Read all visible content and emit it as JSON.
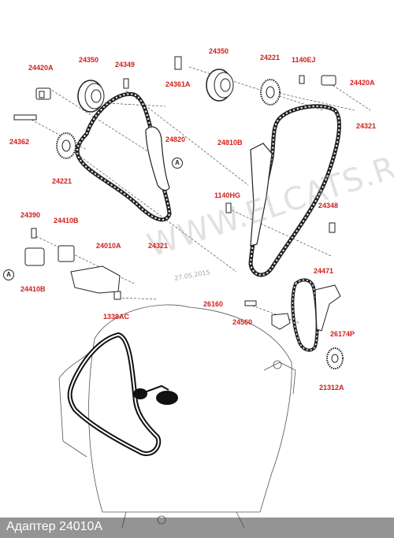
{
  "colors": {
    "label": "#d0201c",
    "line": "#1a1a1a",
    "footer_bg": "#3c3c3c"
  },
  "watermark": "WWW.ELCATS.RU",
  "date_stamp": "27.05.2015",
  "footer": {
    "title": "Адаптер 24010A"
  },
  "callouts": {
    "a1": "A",
    "a2": "A"
  },
  "labels": {
    "p24420A_left": "24420A",
    "p24350_left": "24350",
    "p24349": "24349",
    "p24362": "24362",
    "p24221_left": "24221",
    "p24820": "24820",
    "p24390": "24390",
    "p24410B_top": "24410B",
    "p24010A": "24010A",
    "p24321_bottom": "24321",
    "p24410B_bottom": "24410B",
    "p1338AC": "1338AC",
    "p24350_right": "24350",
    "p24221_right": "24221",
    "p1140EJ": "1140EJ",
    "p24361A": "24361A",
    "p24420A_right": "24420A",
    "p24321_right": "24321",
    "p24810B": "24810B",
    "p1140HG": "1140HG",
    "p24348": "24348",
    "p24471": "24471",
    "p26160": "26160",
    "p24560": "24560",
    "p26174P": "26174P",
    "p21312A": "21312A"
  }
}
